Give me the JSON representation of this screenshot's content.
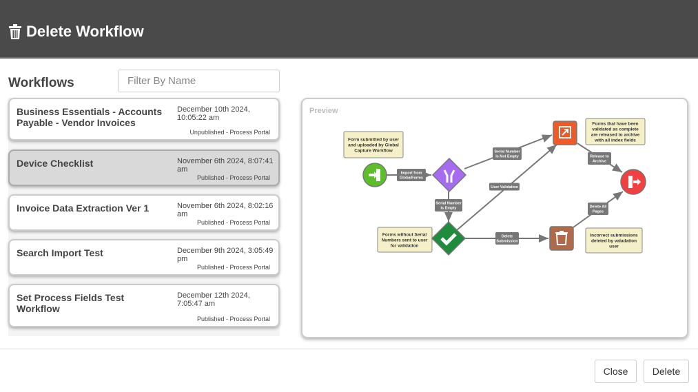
{
  "header": {
    "title": "Delete Workflow",
    "icon": "trash-icon"
  },
  "workflows": {
    "label": "Workflows",
    "filter_placeholder": "Filter By Name",
    "items": [
      {
        "name": "Business Essentials - Accounts Payable - Vendor Invoices",
        "date": "December 10th 2024, 10:05:22 am",
        "status": "Unpublished - Process Portal"
      },
      {
        "name": "Device Checklist",
        "date": "November 6th 2024, 8:07:41 am",
        "status": "Published - Process Portal",
        "selected": true
      },
      {
        "name": "Invoice Data Extraction Ver 1",
        "date": "November 6th 2024, 8:02:16 am",
        "status": "Published - Process Portal"
      },
      {
        "name": "Search Import Test",
        "date": "December 9th 2024, 3:05:49 pm",
        "status": "Published - Process Portal"
      },
      {
        "name": "Set Process Fields Test Workflow",
        "date": "December 12th 2024, 7:05:47 am",
        "status": "Published - Process Portal"
      }
    ]
  },
  "preview": {
    "label": "Preview",
    "notes": [
      "Form submitted by user|and uploaded by Global|Capture Workflow",
      "Forms that have been|validated as complete|are released to archive|with all index fields",
      "Forms without Serial|Numbers sent to user|for validation",
      "Incorrect submissions|deleted by valadation|user"
    ],
    "edges": [
      "Import from|GlobalForms",
      "Serial Number|Is Not Empty",
      "User Validation",
      "Serial Number|Is Empty",
      "Delete|Submission",
      "Release to|Archive",
      "Delete All|Pages"
    ],
    "colors": {
      "start": "#5cbf2a",
      "split": "#a66bf0",
      "validate": "#1e8c3c",
      "release": "#f05a28",
      "end": "#f04040",
      "delete": "#b06a4a",
      "note": "#f5f0c8",
      "edge_label": "#777777"
    }
  },
  "footer": {
    "close": "Close",
    "delete": "Delete"
  }
}
